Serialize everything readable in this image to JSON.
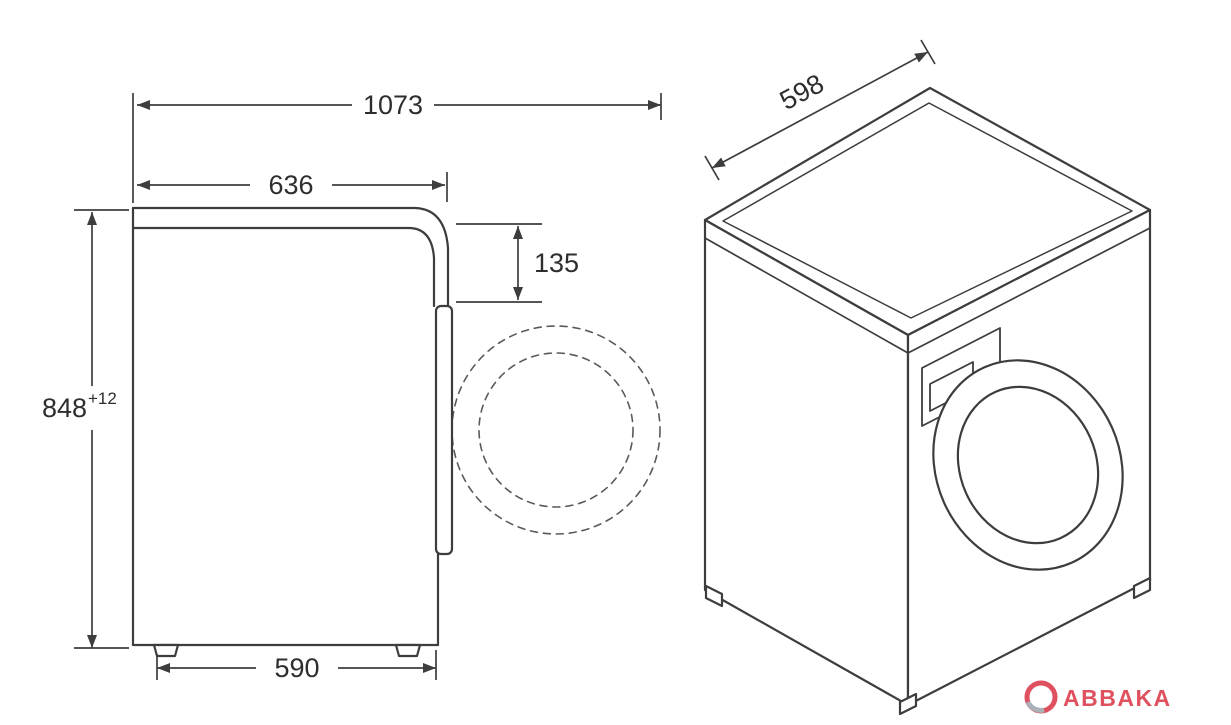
{
  "side_view": {
    "description": "washing machine side view with door swing radius",
    "dims": {
      "total_depth_door_open": "1073",
      "worktop_depth": "636",
      "door_offset": "135",
      "height": "848",
      "height_tolerance": "+12",
      "base_depth": "590"
    }
  },
  "iso_view": {
    "description": "washing machine isometric front view",
    "dims": {
      "width": "598"
    }
  },
  "logo": {
    "text": "ABBAKA",
    "color_red": "#e0515f",
    "color_grey": "#aab2b8"
  },
  "colors": {
    "line": "#3d3d3d",
    "dashed": "#5a5a5a",
    "background": "#ffffff"
  }
}
